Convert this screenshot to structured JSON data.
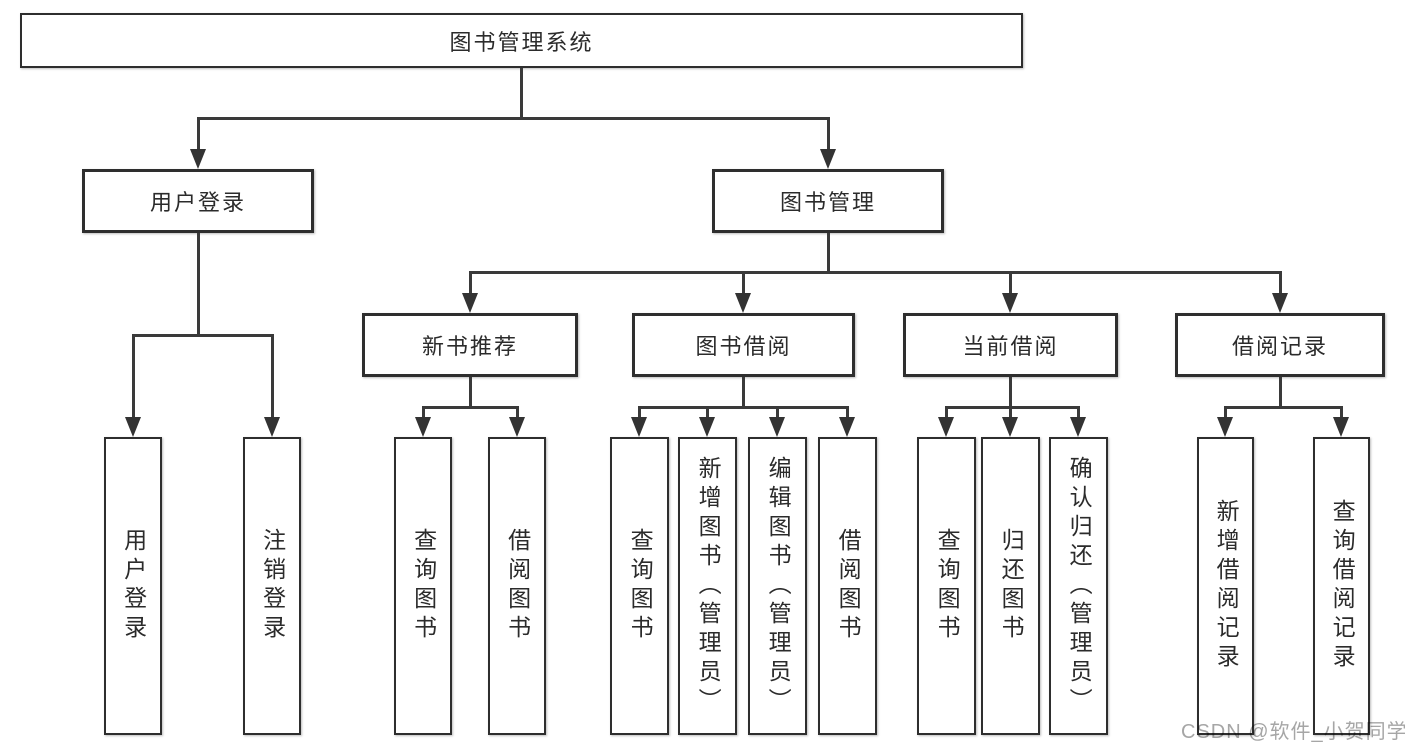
{
  "tree": {
    "root": "图书管理系统",
    "children": [
      {
        "label": "用户登录",
        "children": [
          "用户登录",
          "注销登录"
        ]
      },
      {
        "label": "图书管理",
        "children": [
          {
            "label": "新书推荐",
            "children": [
              "查询图书",
              "借阅图书"
            ]
          },
          {
            "label": "图书借阅",
            "children": [
              "查询图书",
              "新增图书（管理员）",
              "编辑图书（管理员）",
              "借阅图书"
            ]
          },
          {
            "label": "当前借阅",
            "children": [
              "查询图书",
              "归还图书",
              "确认归还（管理员）"
            ]
          },
          {
            "label": "借阅记录",
            "children": [
              "新增借阅记录",
              "查询借阅记录"
            ]
          }
        ]
      }
    ]
  },
  "colors": {
    "line": "#3a3a3a",
    "border": "#2e2e2e",
    "text": "#2b2b2b",
    "watermark": "#a6a6a6"
  },
  "watermark": "CSDN @软件_小贺同学"
}
